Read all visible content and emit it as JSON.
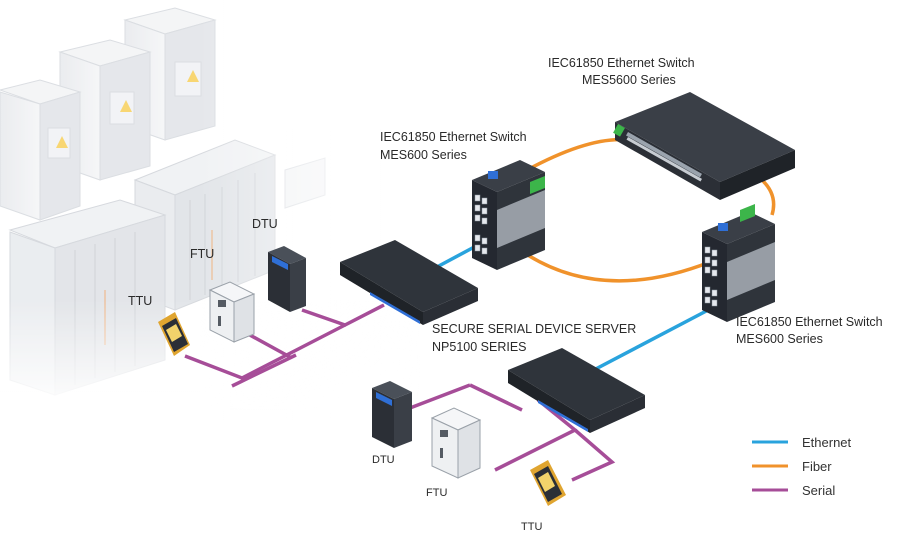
{
  "colors": {
    "ethernet": "#29a3dd",
    "fiber": "#f0922b",
    "serial": "#a64d98",
    "device_dark": "#2b2f36",
    "device_top": "#3a3f47",
    "accent_blue": "#2f6fd6",
    "port_green": "#3cb54a"
  },
  "labels": {
    "mes5600": [
      "IEC61850 Ethernet Switch",
      "MES5600 Series"
    ],
    "mes600_left": [
      "IEC61850 Ethernet Switch",
      "MES600 Series"
    ],
    "mes600_right": [
      "IEC61850 Ethernet Switch",
      "MES600 Series"
    ],
    "np5100": [
      "SECURE SERIAL DEVICE SERVER",
      "NP5100 SERIES"
    ],
    "dtu_top": "DTU",
    "ftu_top": "FTU",
    "ttu_top": "TTU",
    "dtu_bottom": "DTU",
    "ftu_bottom": "FTU",
    "ttu_bottom": "TTU"
  },
  "legend": [
    {
      "label": "Ethernet",
      "color": "#29a3dd"
    },
    {
      "label": "Fiber",
      "color": "#f0922b"
    },
    {
      "label": "Serial",
      "color": "#a64d98"
    }
  ]
}
